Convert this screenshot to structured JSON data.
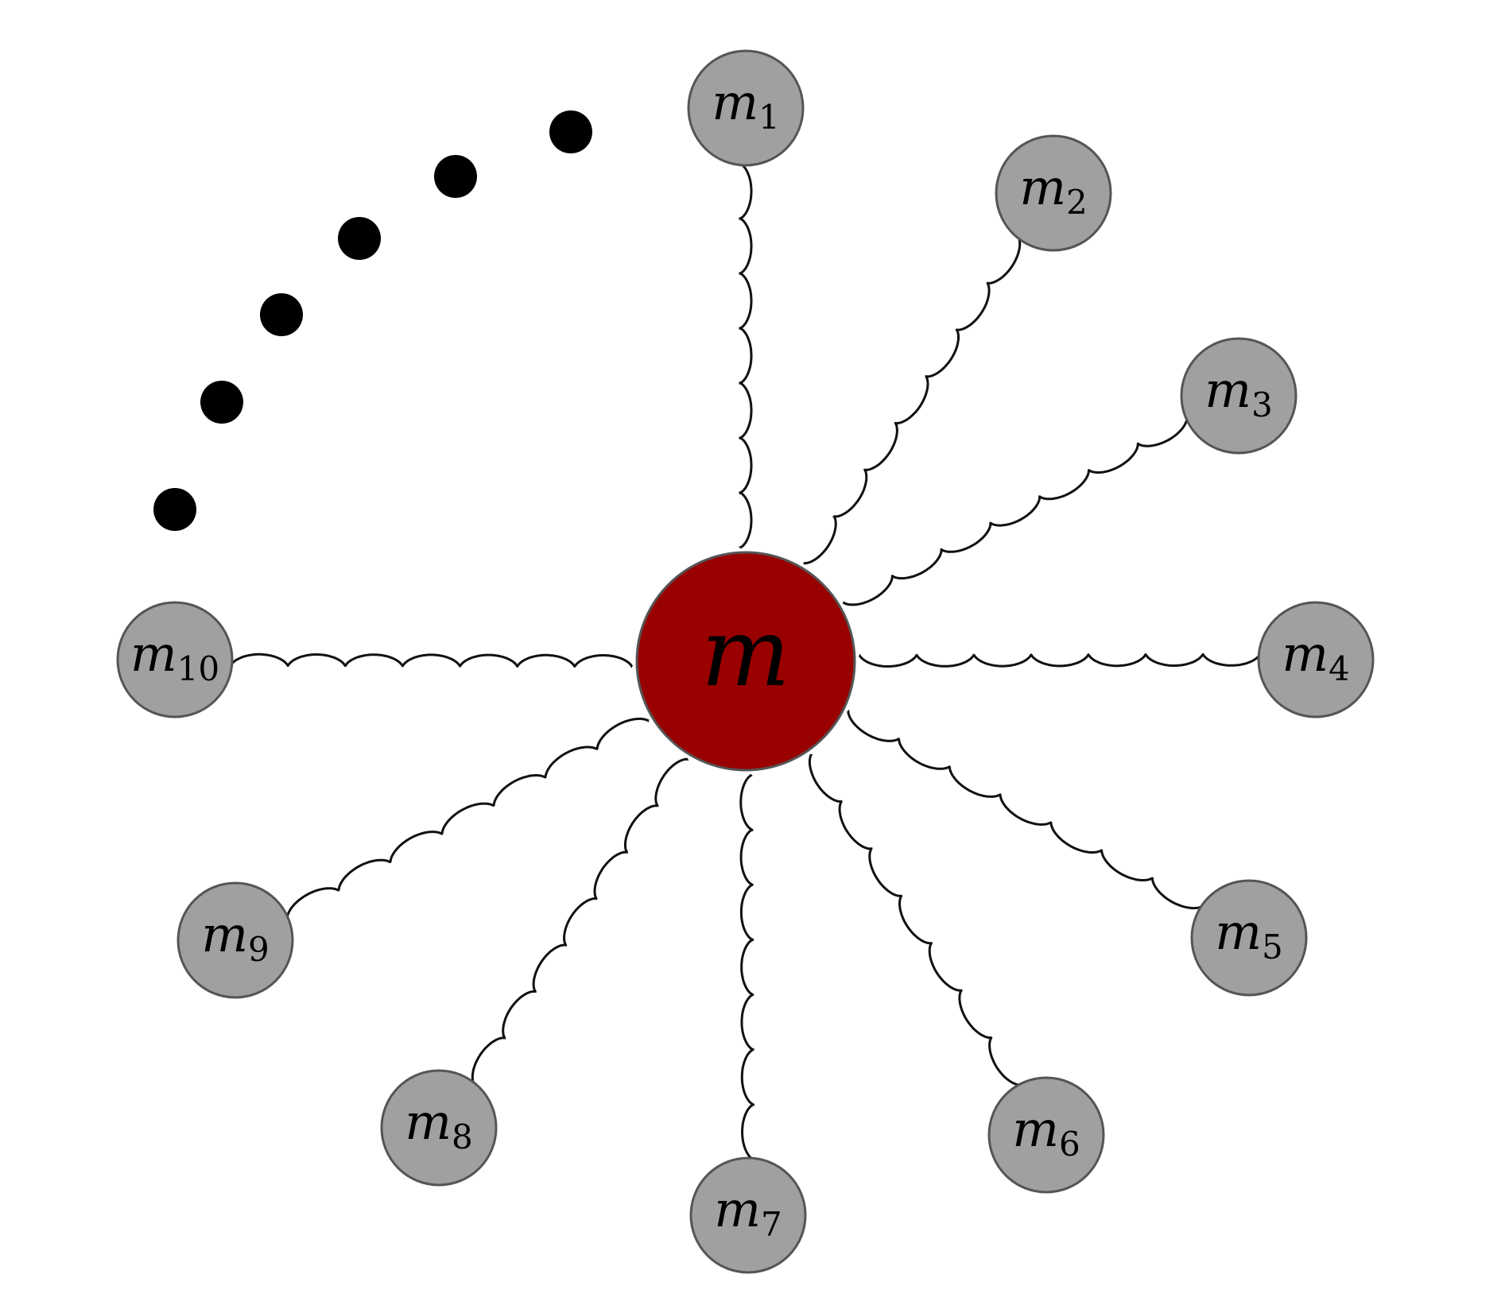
{
  "diagram": {
    "center": {
      "base": "m",
      "color": "#990000"
    },
    "satellite_color": "#a0a0a0",
    "masses": [
      {
        "base": "m",
        "sub": "1"
      },
      {
        "base": "m",
        "sub": "2"
      },
      {
        "base": "m",
        "sub": "3"
      },
      {
        "base": "m",
        "sub": "4"
      },
      {
        "base": "m",
        "sub": "5"
      },
      {
        "base": "m",
        "sub": "6"
      },
      {
        "base": "m",
        "sub": "7"
      },
      {
        "base": "m",
        "sub": "8"
      },
      {
        "base": "m",
        "sub": "9"
      },
      {
        "base": "m",
        "sub": "10"
      }
    ]
  }
}
